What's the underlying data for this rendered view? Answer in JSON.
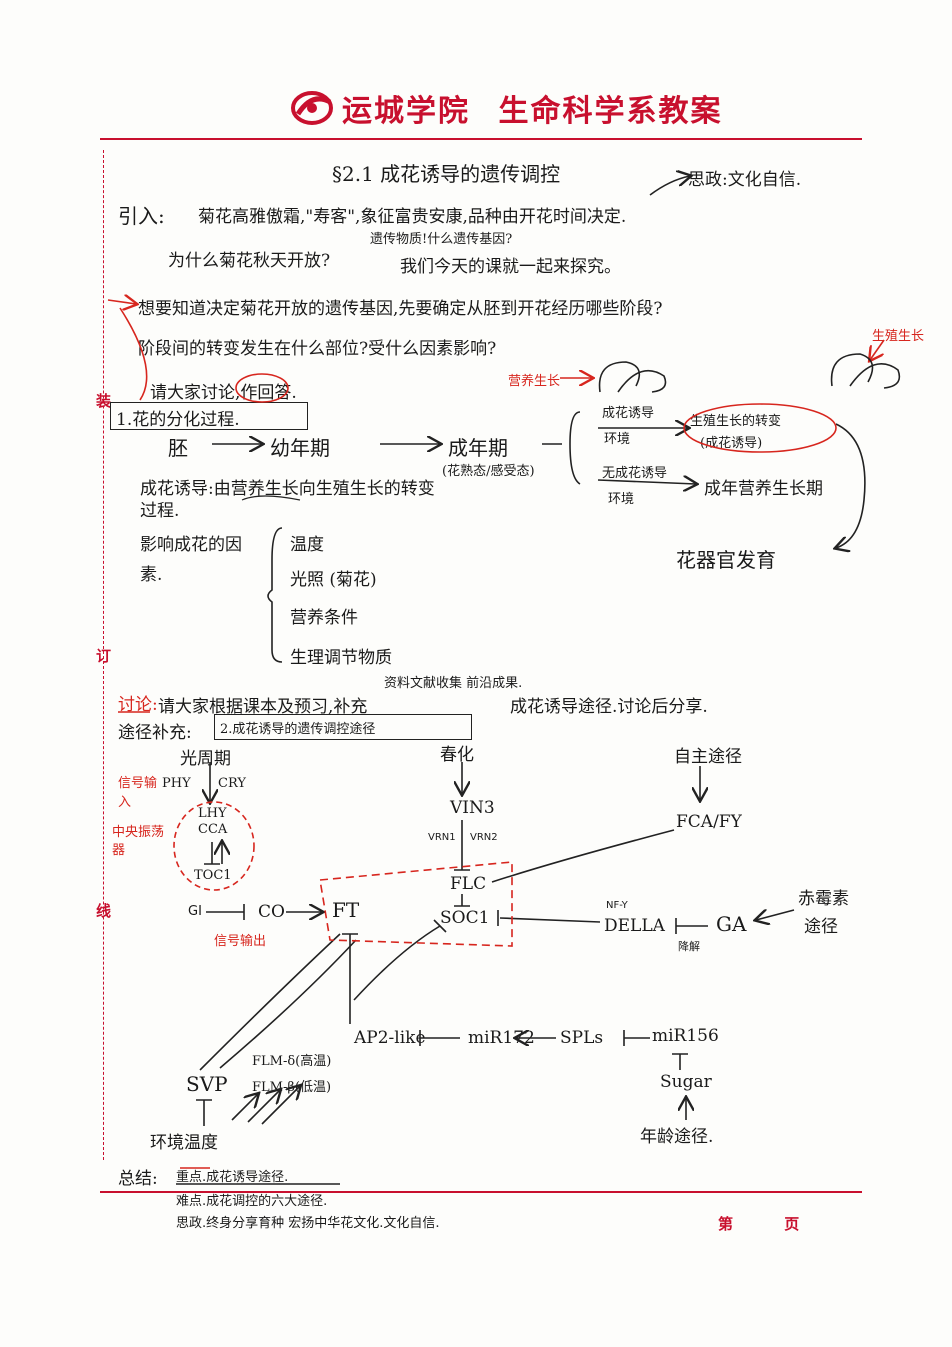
{
  "header": {
    "school": "运城学院",
    "dept": "生命科学系教案",
    "logo": "school-logo-icon"
  },
  "margin": {
    "zhuang": "装",
    "ding": "订",
    "xian": "线"
  },
  "section_title": "§2.1 成花诱导的遗传调控",
  "sizheng_tag": "思政:文化自信.",
  "intro": {
    "label": "引入:",
    "line1": "菊花高雅傲霜,\"寿客\",象征富贵安康,品种由开花时间决定.",
    "insert": "遗传物质!什么遗传基因?",
    "line2": "为什么菊花秋天开放?",
    "line2b": "我们今天的课就一起来探究。"
  },
  "q1": "想要知道决定菊花开放的遗传基因,先要确定从胚到开花经历哪些阶段?",
  "q2": "阶段间的转变发生在什么部位?受什么因素影响?",
  "red_notes": {
    "yingyang": "营养生长",
    "shengzhi": "生殖生长"
  },
  "discuss_prompt": "请大家讨论,作回答.",
  "box1": "1.花的分化过程.",
  "stages": {
    "embryo": "胚",
    "juvenile": "幼年期",
    "adult": "成年期",
    "adult_note": "(花熟态/感受态)",
    "ind_env": "成花诱导",
    "ind_env2": "环境",
    "repro": "生殖生长的转变",
    "repro_note": "(成花诱导)",
    "no_ind": "无成花诱导",
    "no_ind2": "环境",
    "veg": "成年营养生长期",
    "organ": "花器官发育"
  },
  "induction_def": "成花诱导:由营养生长向生殖生长的转变过程.",
  "factors": {
    "label": "影响成花的因素.",
    "items": [
      "温度",
      "光照 (菊花)",
      "营养条件",
      "生理调节物质"
    ]
  },
  "discuss2": {
    "label": "讨论:",
    "text": "请大家根据课本及预习,补充",
    "insert": "资料文献收集 前沿成果.",
    "tail": "成花诱导途径.讨论后分享."
  },
  "supplement_label": "途径补充:",
  "box2": "2.成花诱导的遗传调控途径",
  "pathway": {
    "photoperiod": "光周期",
    "vernalization": "春化",
    "autonomous": "自主途径",
    "phy": "PHY",
    "cry": "CRY",
    "lhy": "LHY",
    "cca": "CCA",
    "toc1": "TOC1",
    "gi": "GI",
    "co": "CO",
    "ft": "FT",
    "vin3": "VIN3",
    "vrn1": "VRN1",
    "vrn2": "VRN2",
    "flc": "FLC",
    "soc1": "SOC1",
    "fcafy": "FCA/FY",
    "nfy": "NF-Y",
    "della": "DELLA",
    "ga": "GA",
    "gibberellin": "赤霉素",
    "gibberellin2": "途径",
    "degrade": "降解",
    "ap2": "AP2-like",
    "mir172": "miR172",
    "spls": "SPLs",
    "mir156": "miR156",
    "sugar": "Sugar",
    "age": "年龄途径.",
    "svp": "SVP",
    "flm_d": "FLM-δ(高温)",
    "flm_b": "FLM-β(低温)",
    "env_temp": "环境温度",
    "red_signal_in": "信号输入",
    "red_oscillator": "中央振荡器",
    "red_signal_out": "信号输出"
  },
  "summary": {
    "label": "总结:",
    "l1": "重点.成花诱导途径.",
    "l2": "难点.成花调控的六大途径.",
    "l3": "思政.终身分享育种 宏扬中华花文化.文化自信."
  },
  "footer": {
    "di": "第",
    "ye": "页"
  }
}
